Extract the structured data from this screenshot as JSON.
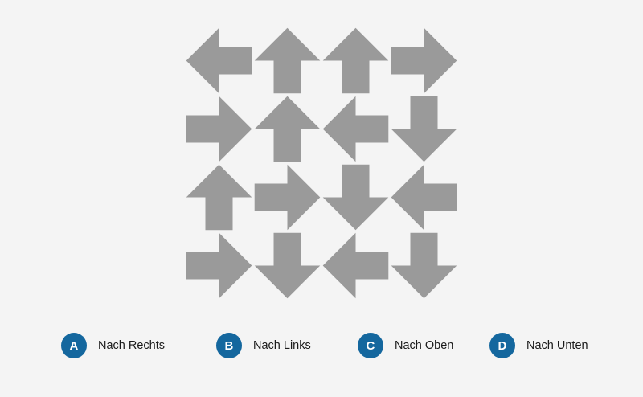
{
  "page": {
    "background_color": "#f4f4f4",
    "arrow_color": "#9a9a9a",
    "badge_color": "#14679e",
    "label_color": "#1a1a1a"
  },
  "grid": {
    "rows": 4,
    "columns": 4,
    "cells": [
      {
        "row": 1,
        "col": 1,
        "direction": "left",
        "icon": "arrow-left-icon"
      },
      {
        "row": 1,
        "col": 2,
        "direction": "up",
        "icon": "arrow-up-icon"
      },
      {
        "row": 1,
        "col": 3,
        "direction": "up",
        "icon": "arrow-up-icon"
      },
      {
        "row": 1,
        "col": 4,
        "direction": "right",
        "icon": "arrow-right-icon"
      },
      {
        "row": 2,
        "col": 1,
        "direction": "right",
        "icon": "arrow-right-icon"
      },
      {
        "row": 2,
        "col": 2,
        "direction": "up",
        "icon": "arrow-up-icon"
      },
      {
        "row": 2,
        "col": 3,
        "direction": "left",
        "icon": "arrow-left-icon"
      },
      {
        "row": 2,
        "col": 4,
        "direction": "down",
        "icon": "arrow-down-icon"
      },
      {
        "row": 3,
        "col": 1,
        "direction": "up",
        "icon": "arrow-up-icon"
      },
      {
        "row": 3,
        "col": 2,
        "direction": "right",
        "icon": "arrow-right-icon"
      },
      {
        "row": 3,
        "col": 3,
        "direction": "down",
        "icon": "arrow-down-icon"
      },
      {
        "row": 3,
        "col": 4,
        "direction": "left",
        "icon": "arrow-left-icon"
      },
      {
        "row": 4,
        "col": 1,
        "direction": "right",
        "icon": "arrow-right-icon"
      },
      {
        "row": 4,
        "col": 2,
        "direction": "down",
        "icon": "arrow-down-icon"
      },
      {
        "row": 4,
        "col": 3,
        "direction": "left",
        "icon": "arrow-left-icon"
      },
      {
        "row": 4,
        "col": 4,
        "direction": "down",
        "icon": "arrow-down-icon"
      }
    ]
  },
  "legend": {
    "options": [
      {
        "key": "A",
        "label": "Nach Rechts"
      },
      {
        "key": "B",
        "label": "Nach Links"
      },
      {
        "key": "C",
        "label": "Nach Oben"
      },
      {
        "key": "D",
        "label": "Nach Unten"
      }
    ]
  }
}
